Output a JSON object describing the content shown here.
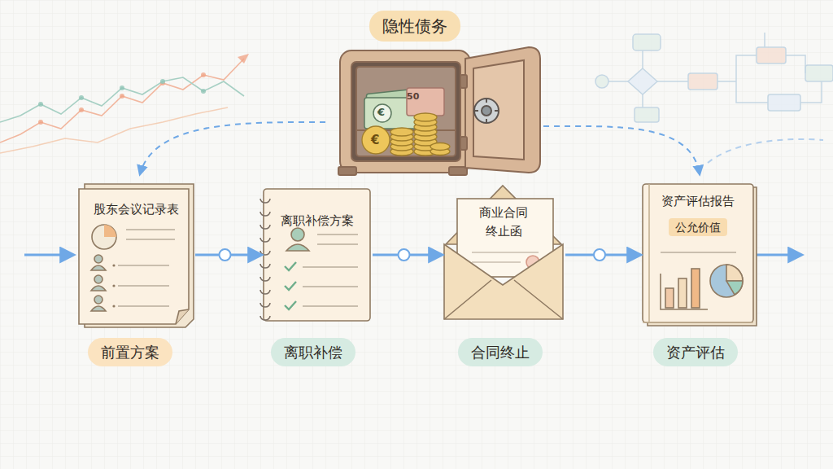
{
  "diagram": {
    "nodes": [
      {
        "text": [
          "隐性债务"
        ]
      },
      {
        "text": [
          "股东会议记录表"
        ]
      },
      {
        "text": [
          "离职补偿方案"
        ]
      },
      {
        "text": [
          "商业合同 终止函"
        ]
      },
      {
        "text": [
          "资产评估报告",
          "公允价值"
        ]
      },
      {
        "text": [
          "前置方案"
        ]
      },
      {
        "text": [
          "离职补偿"
        ]
      },
      {
        "text": [
          "合同终止"
        ]
      },
      {
        "text": [
          "资产评估"
        ]
      }
    ],
    "edges": [
      {
        "from": 1,
        "to": 2,
        "arrow": "to"
      },
      {
        "from": 2,
        "to": 3,
        "arrow": "to"
      },
      {
        "from": 3,
        "to": 4,
        "arrow": "to"
      }
    ],
    "labels": [
      "50",
      "€",
      "€"
    ]
  }
}
